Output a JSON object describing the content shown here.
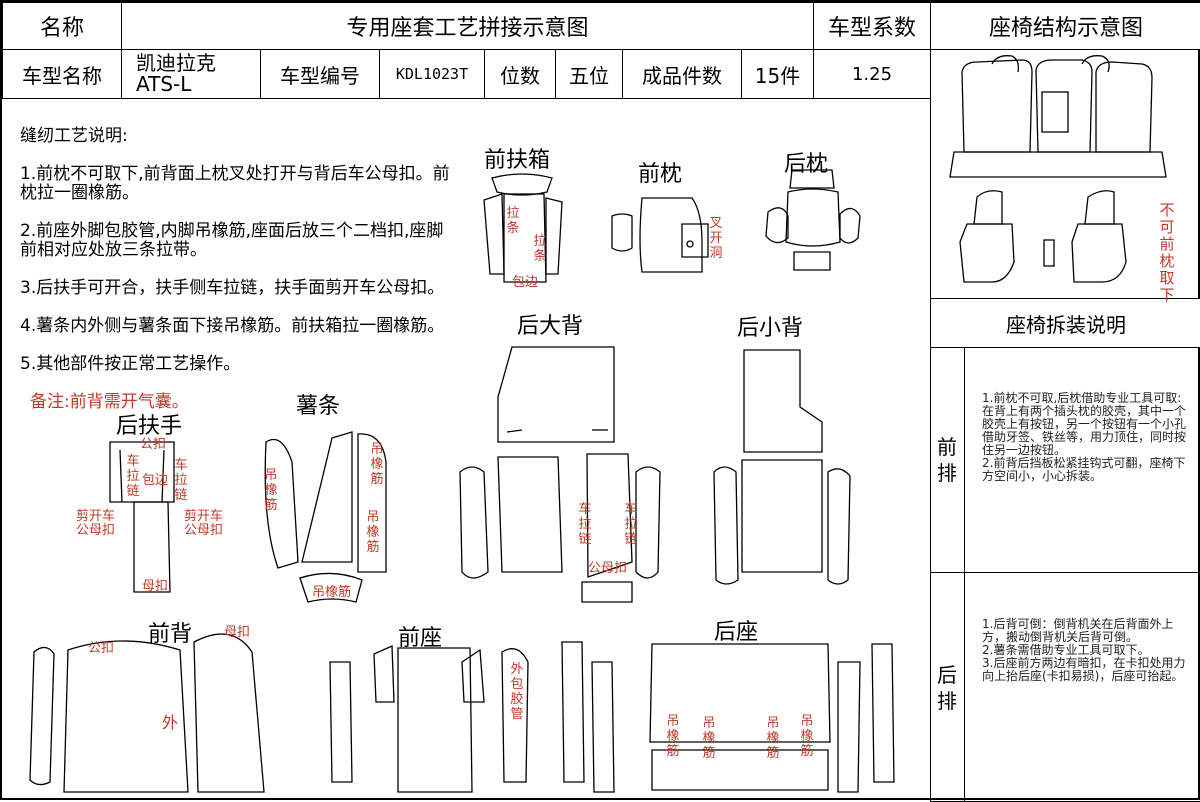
{
  "header": {
    "name_label": "名称",
    "title": "专用座套工艺拼接示意图",
    "coef_label": "车型系数",
    "structure_title": "座椅结构示意图"
  },
  "info_row": {
    "model_name_label": "车型名称",
    "model_name": "凯迪拉克\nATS-L",
    "model_code_label": "车型编号",
    "model_code": "KDL1023T",
    "digits_label": "位数",
    "digits_value": "五位",
    "pieces_label": "成品件数",
    "pieces_value": "15件",
    "coef_value": "1.25"
  },
  "notes": {
    "heading": "缝纫工艺说明:",
    "items": [
      "1.前枕不可取下,前背面上枕叉处打开与背后车公母扣。前枕拉一圈橡筋。",
      "2.前座外脚包胶管,内脚吊橡筋,座面后放三个二档扣,座脚前相对应处放三条拉带。",
      "3.后扶手可开合，扶手侧车拉链，扶手面剪开车公母扣。",
      "4.薯条内外侧与薯条面下接吊橡筋。前扶箱拉一圈橡筋。",
      "5.其他部件按正常工艺操作。"
    ],
    "remark": "备注:前背需开气囊。"
  },
  "parts": {
    "front_armbox": "前扶箱",
    "front_pillow": "前枕",
    "rear_pillow": "后枕",
    "rear_big_back": "后大背",
    "rear_small_back": "后小背",
    "rear_armrest": "后扶手",
    "fries_strip": "薯条",
    "front_back": "前背",
    "front_seat": "前座",
    "rear_seat": "后座"
  },
  "annotations": {
    "la_tiao": "拉条",
    "bao_bian": "包边",
    "fork_open": "叉开洞",
    "gong_kou": "公扣",
    "che_la_lian": "车拉链",
    "bao_bian2": "包边",
    "front_open_snap_l": "剪开车\n公母扣",
    "front_open_snap_r": "剪开车\n公母扣",
    "mu_kou": "母扣",
    "diao_xiang_jin": "吊橡筋",
    "gong_mu_kou": "公母扣",
    "gong_kou2": "公扣",
    "mu_kou2": "母扣",
    "wai": "外",
    "wai_bao_jiao_guan": "外包胶管",
    "not_removable": "不可前枕取下"
  },
  "disassembly": {
    "title": "座椅拆装说明",
    "front_row_label": "前排",
    "front_row_text": "1.前枕不可取,后枕借助专业工具可取:在背上有两个插头枕的胶壳，其中一个胶壳上有按钮，另一个按钮有一个小孔借助牙签、铁丝等，用力顶住，同时按住另一边按钮。\n2.前背后挡板松紧挂钩式可翻，座椅下方空间小，小心拆装。",
    "rear_row_label": "后排",
    "rear_row_text": "1.后背可倒：倒背机关在后背面外上方，搬动倒背机关后背可倒。\n2.薯条需借助专业工具可取下。\n3.后座前方两边有暗扣，在卡扣处用力向上抬后座(卡扣易损)，后座可抬起。"
  }
}
